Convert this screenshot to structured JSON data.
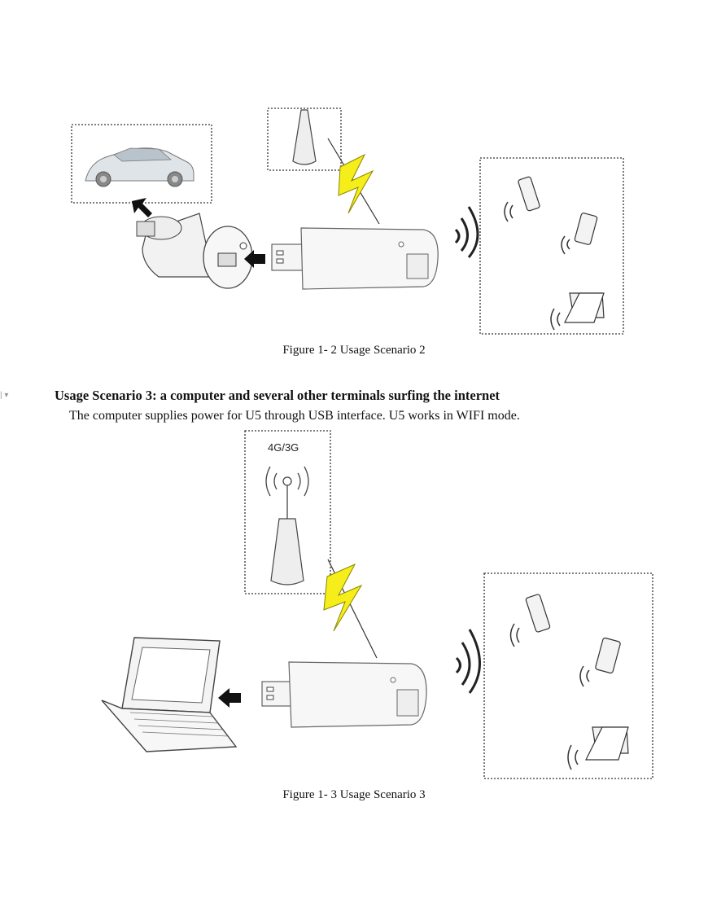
{
  "figure2": {
    "caption": "Figure 1- 2 Usage Scenario 2"
  },
  "section": {
    "heading": "Usage Scenario 3: a computer and several other terminals surfing the internet",
    "paragraph": "The computer supplies power for U5 through USB interface. U5 works in WIFI mode."
  },
  "figure3": {
    "network_label": "4G/3G",
    "caption": "Figure 1- 3 Usage Scenario 3"
  },
  "colors": {
    "lightning": "#f5ee1a",
    "line": "#333333",
    "device_fill": "#f4f4f4"
  }
}
